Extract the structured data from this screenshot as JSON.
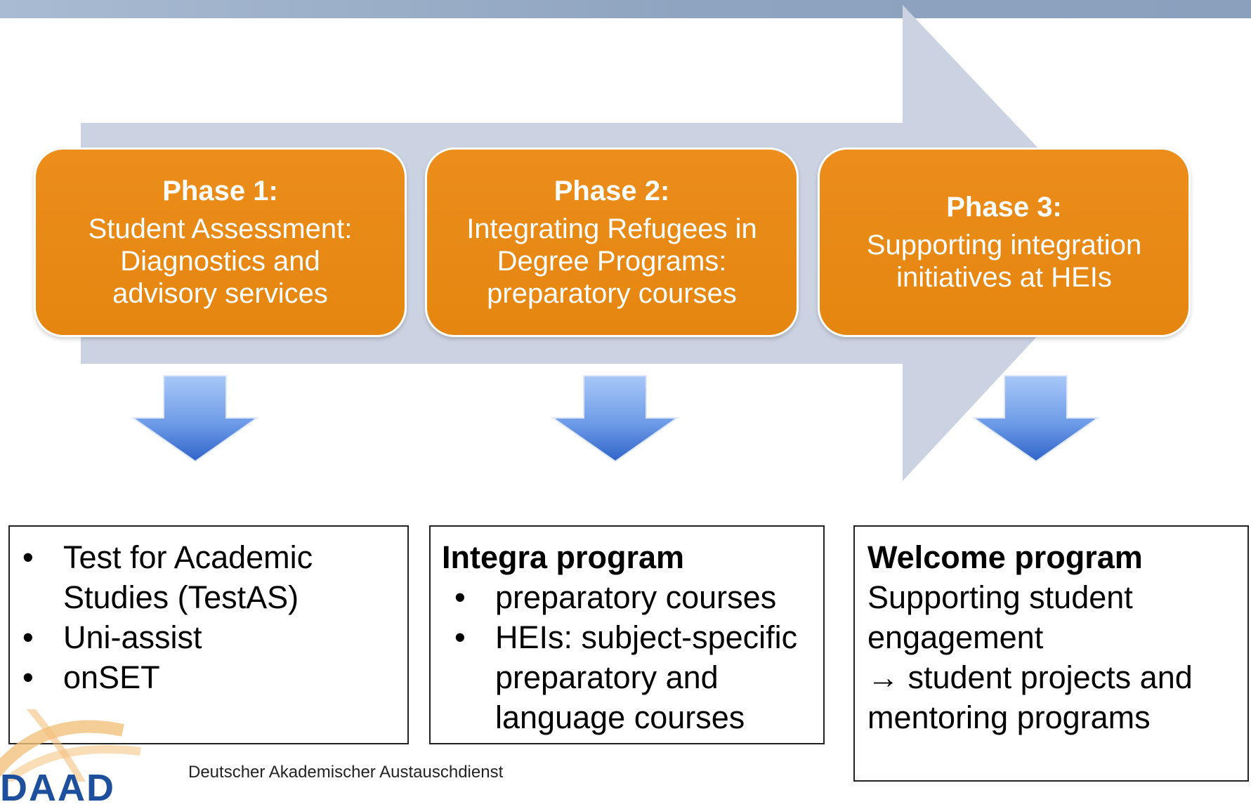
{
  "phases": [
    {
      "title": "Phase 1:",
      "lines": [
        "Student Assessment:",
        "Diagnostics and",
        "advisory services"
      ]
    },
    {
      "title": "Phase 2:",
      "lines": [
        "Integrating Refugees in",
        "Degree Programs:",
        "preparatory courses"
      ]
    },
    {
      "title": "Phase 3:",
      "lines": [
        "Supporting integration",
        "initiatives at HEIs"
      ]
    }
  ],
  "boxes": {
    "box1": {
      "bullets": [
        "Test for Academic",
        "Studies (TestAS)",
        "Uni-assist",
        "onSET"
      ]
    },
    "box2": {
      "heading": "Integra program",
      "bullets": [
        "preparatory courses",
        "HEIs: subject-specific",
        "preparatory and",
        "language courses"
      ]
    },
    "box3": {
      "heading": "Welcome program",
      "lines": [
        "Supporting student",
        "engagement",
        "→ student projects and",
        "mentoring programs"
      ]
    }
  },
  "footer": {
    "logo_text": "DAAD",
    "org_name": "Deutscher Akademischer Austauschdienst"
  },
  "colors": {
    "big_arrow": "#cbd3e3",
    "phase_fill": "#e88a16",
    "down_arrow_top": "#9ec2f5",
    "down_arrow_bottom": "#3b6fd1",
    "top_bar": "#8fa4c0",
    "logo": "#1d4f9c"
  }
}
